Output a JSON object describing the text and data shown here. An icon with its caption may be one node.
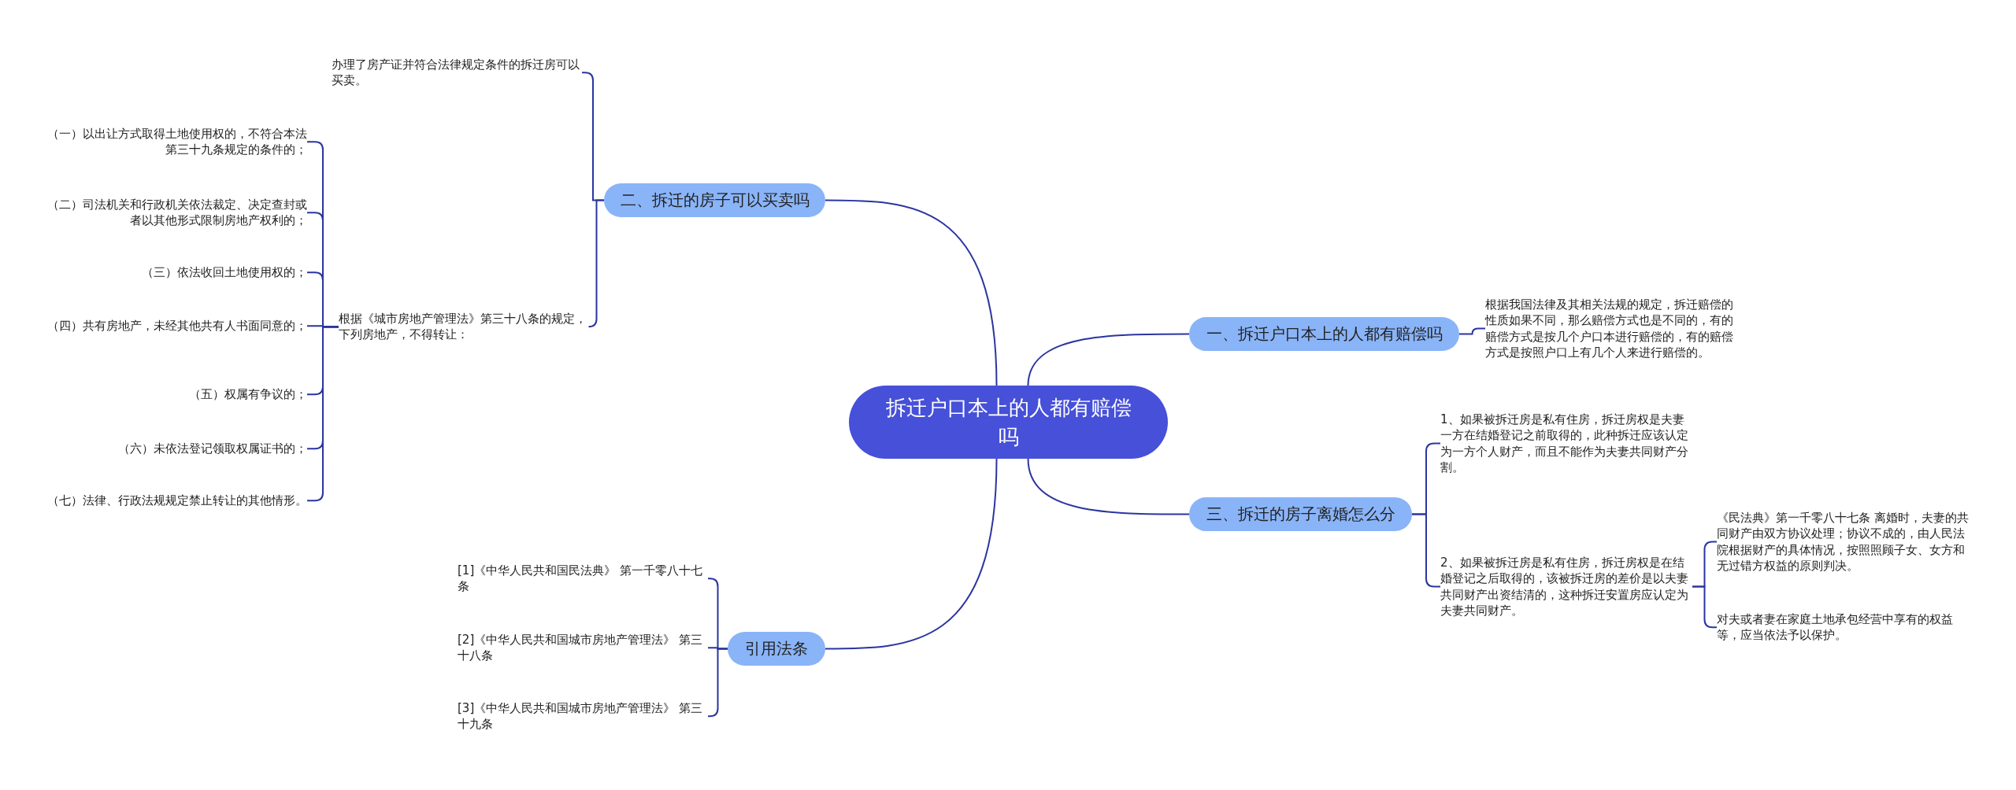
{
  "diagram": {
    "nodes": [
      {
        "text": [
          "拆迁户口本上的人都有赔偿吗"
        ]
      },
      {
        "text": [
          "二、拆迁的房子可以买卖吗"
        ]
      },
      {
        "text": [
          "办理了房产证并符合法律规定条件的拆迁房可以买卖。"
        ]
      },
      {
        "text": [
          "根据《城市房地产管理法》第三十八条的规定，下列房地产，不得转让："
        ]
      },
      {
        "text": [
          "（一）以出让方式取得土地使用权的，不符合本法第三十九条规定的条件的；"
        ]
      },
      {
        "text": [
          "（二）司法机关和行政机关依法裁定、决定查封或者以其他形式限制房地产权利的；"
        ]
      },
      {
        "text": [
          "（三）依法收回土地使用权的；"
        ]
      },
      {
        "text": [
          "（四）共有房地产，未经其他共有人书面同意的；"
        ]
      },
      {
        "text": [
          "（五）权属有争议的；"
        ]
      },
      {
        "text": [
          "（六）未依法登记领取权属证书的；"
        ]
      },
      {
        "text": [
          "（七）法律、行政法规规定禁止转让的其他情形。"
        ]
      },
      {
        "text": [
          "一、拆迁户口本上的人都有赔偿吗"
        ]
      },
      {
        "text": [
          "根据我国法律及其相关法规的规定，拆迁赔偿的性质如果不同，那么赔偿方式也是不同的，有的赔偿方式是按几个户口本进行赔偿的，有的赔偿方式是按照户口上有几个人来进行赔偿的。"
        ]
      },
      {
        "text": [
          "三、拆迁的房子离婚怎么分"
        ]
      },
      {
        "text": [
          "1、如果被拆迁房是私有住房，拆迁房权是夫妻一方在结婚登记之前取得的，此种拆迁应该认定为一方个人财产，而且不能作为夫妻共同财产分割。"
        ]
      },
      {
        "text": [
          "2、如果被拆迁房是私有住房，拆迁房权是在结婚登记之后取得的，该被拆迁房的差价是以夫妻共同财产出资结清的，这种拆迁安置房应认定为夫妻共同财产。"
        ]
      },
      {
        "text": [
          "《民法典》第一千零八十七条 离婚时，夫妻的共同财产由双方协议处理；协议不成的，由人民法院根据财产的具体情况，按照照顾子女、女方和无过错方权益的原则判决。"
        ]
      },
      {
        "text": [
          "对夫或者妻在家庭土地承包经营中享有的权益等，应当依法予以保护。"
        ]
      },
      {
        "text": [
          "引用法条"
        ]
      },
      {
        "text": [
          "[1]《中华人民共和国民法典》 第一千零八十七条"
        ]
      },
      {
        "text": [
          "[2]《中华人民共和国城市房地产管理法》 第三十八条"
        ]
      },
      {
        "text": [
          "[3]《中华人民共和国城市房地产管理法》 第三十九条"
        ]
      }
    ],
    "edges": [
      {
        "from": 0,
        "to": 1,
        "arrow": "none"
      },
      {
        "from": 1,
        "to": 2,
        "arrow": "none"
      },
      {
        "from": 1,
        "to": 3,
        "arrow": "none"
      },
      {
        "from": 3,
        "to": 4,
        "arrow": "none"
      },
      {
        "from": 3,
        "to": 5,
        "arrow": "none"
      },
      {
        "from": 3,
        "to": 6,
        "arrow": "none"
      },
      {
        "from": 3,
        "to": 7,
        "arrow": "none"
      },
      {
        "from": 3,
        "to": 8,
        "arrow": "none"
      },
      {
        "from": 3,
        "to": 9,
        "arrow": "none"
      },
      {
        "from": 3,
        "to": 10,
        "arrow": "none"
      },
      {
        "from": 0,
        "to": 11,
        "arrow": "none"
      },
      {
        "from": 11,
        "to": 12,
        "arrow": "none"
      },
      {
        "from": 0,
        "to": 13,
        "arrow": "none"
      },
      {
        "from": 13,
        "to": 14,
        "arrow": "none"
      },
      {
        "from": 13,
        "to": 15,
        "arrow": "none"
      },
      {
        "from": 15,
        "to": 16,
        "arrow": "none"
      },
      {
        "from": 15,
        "to": 17,
        "arrow": "none"
      },
      {
        "from": 0,
        "to": 18,
        "arrow": "none"
      },
      {
        "from": 18,
        "to": 19,
        "arrow": "none"
      },
      {
        "from": 18,
        "to": 20,
        "arrow": "none"
      },
      {
        "from": 18,
        "to": 21,
        "arrow": "none"
      }
    ]
  }
}
